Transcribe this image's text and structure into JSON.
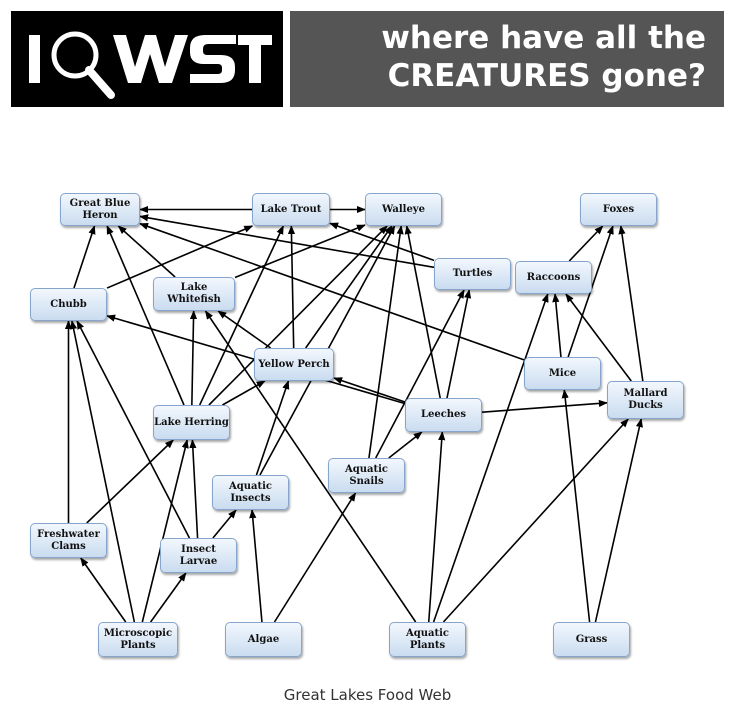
{
  "header": {
    "logo_text": "IQWST",
    "title_line1": "where have all the",
    "title_line2": "CREATURES gone?"
  },
  "caption": "Great Lakes Food Web",
  "nodes": {
    "heron": "Great Blue Heron",
    "trout": "Lake Trout",
    "walleye": "Walleye",
    "foxes": "Foxes",
    "turtles": "Turtles",
    "raccoons": "Raccoons",
    "chubb": "Chubb",
    "whitefish": "Lake Whitefish",
    "perch": "Yellow Perch",
    "mice": "Mice",
    "mallard": "Mallard Ducks",
    "leeches": "Leeches",
    "herring": "Lake Herring",
    "snails": "Aquatic Snails",
    "insects": "Aquatic Insects",
    "clams": "Freshwater Clams",
    "larvae": "Insect Larvae",
    "microplants": "Microscopic Plants",
    "algae": "Algae",
    "aqplants": "Aquatic Plants",
    "grass": "Grass"
  },
  "edges": [
    [
      "trout",
      "heron"
    ],
    [
      "trout",
      "walleye"
    ],
    [
      "chubb",
      "heron"
    ],
    [
      "chubb",
      "trout"
    ],
    [
      "whitefish",
      "heron"
    ],
    [
      "whitefish",
      "walleye"
    ],
    [
      "perch",
      "trout"
    ],
    [
      "perch",
      "walleye"
    ],
    [
      "perch",
      "whitefish"
    ],
    [
      "herring",
      "heron"
    ],
    [
      "herring",
      "trout"
    ],
    [
      "herring",
      "walleye"
    ],
    [
      "herring",
      "whitefish"
    ],
    [
      "herring",
      "perch"
    ],
    [
      "turtles",
      "heron"
    ],
    [
      "turtles",
      "trout"
    ],
    [
      "raccoons",
      "foxes"
    ],
    [
      "mice",
      "foxes"
    ],
    [
      "mice",
      "raccoons"
    ],
    [
      "mice",
      "heron"
    ],
    [
      "mallard",
      "foxes"
    ],
    [
      "mallard",
      "raccoons"
    ],
    [
      "leeches",
      "walleye"
    ],
    [
      "leeches",
      "turtles"
    ],
    [
      "leeches",
      "perch"
    ],
    [
      "leeches",
      "chubb"
    ],
    [
      "leeches",
      "mallard"
    ],
    [
      "snails",
      "leeches"
    ],
    [
      "snails",
      "walleye"
    ],
    [
      "snails",
      "turtles"
    ],
    [
      "insects",
      "perch"
    ],
    [
      "insects",
      "walleye"
    ],
    [
      "larvae",
      "insects"
    ],
    [
      "larvae",
      "herring"
    ],
    [
      "larvae",
      "chubb"
    ],
    [
      "clams",
      "chubb"
    ],
    [
      "clams",
      "herring"
    ],
    [
      "microplants",
      "chubb"
    ],
    [
      "microplants",
      "clams"
    ],
    [
      "microplants",
      "herring"
    ],
    [
      "microplants",
      "larvae"
    ],
    [
      "algae",
      "insects"
    ],
    [
      "algae",
      "snails"
    ],
    [
      "aqplants",
      "leeches"
    ],
    [
      "aqplants",
      "raccoons"
    ],
    [
      "aqplants",
      "mallard"
    ],
    [
      "aqplants",
      "whitefish"
    ],
    [
      "grass",
      "mice"
    ],
    [
      "grass",
      "mallard"
    ]
  ],
  "colors": {
    "header_left": "#000000",
    "header_right": "#555555",
    "node_border": "#86a5cc",
    "arrow": "#000000"
  }
}
